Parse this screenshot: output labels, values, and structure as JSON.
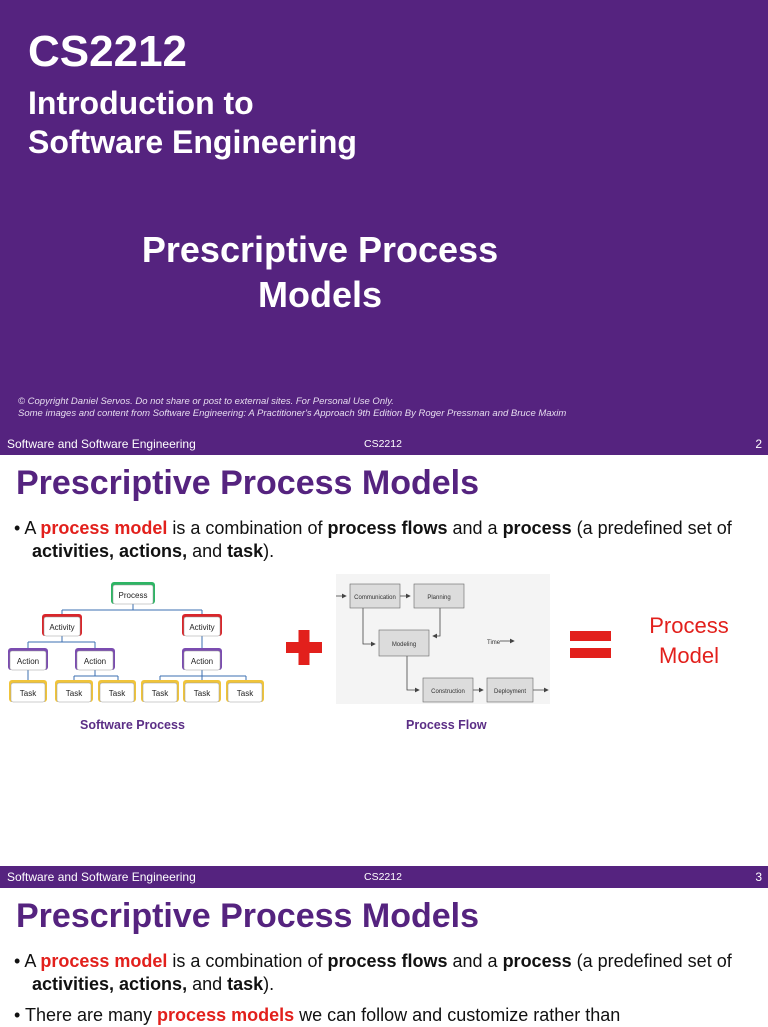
{
  "slide1": {
    "course_code": "CS2212",
    "course_title_line1": "Introduction to",
    "course_title_line2": "Software Engineering",
    "topic_line1": "Prescriptive Process",
    "topic_line2": "Models",
    "copyright_line1": "© Copyright Daniel Servos. Do not share or post to external sites. For Personal Use Only.",
    "copyright_line2": "Some images and content from Software Engineering: A Practitioner's Approach 9th Edition By Roger Pressman and Bruce Maxim"
  },
  "footer": {
    "section": "Software and Software Engineering",
    "course": "CS2212"
  },
  "slide2": {
    "page_number": "2",
    "title": "Prescriptive Process Models",
    "bullet1": {
      "t1": "A ",
      "t2": "process model",
      "t3": " is a combination of ",
      "t4": "process flows",
      "t5": " and a ",
      "t6": "process",
      "t7": " (a predefined set of ",
      "t8": "activities, actions,",
      "t9": " and ",
      "t10": "task",
      "t11": ")."
    },
    "software_process": {
      "caption": "Software Process",
      "root": "Process",
      "activity": "Activity",
      "action": "Action",
      "task": "Task"
    },
    "process_flow": {
      "caption": "Process Flow",
      "communication": "Communication",
      "planning": "Planning",
      "modeling": "Modeling",
      "construction": "Construction",
      "deployment": "Deployment",
      "time": "Time"
    },
    "result_line1": "Process",
    "result_line2": "Model"
  },
  "slide3": {
    "page_number": "3",
    "title": "Prescriptive Process Models",
    "bullet1": {
      "t1": "A ",
      "t2": "process model",
      "t3": " is a combination of ",
      "t4": "process flows",
      "t5": " and a ",
      "t6": "process",
      "t7": " (a predefined set of ",
      "t8": "activities, actions,",
      "t9": " and ",
      "t10": "task",
      "t11": ")."
    },
    "bullet2": {
      "t1": "There are many ",
      "t2": "process models",
      "t3": " we can follow and customize rather than"
    }
  },
  "colors": {
    "purple": "#55237f",
    "red": "#e2201c",
    "activity_red": "#d9262b",
    "action_purple": "#7b4cb0",
    "task_yellow": "#f0c43a",
    "process_green": "#2db564"
  }
}
